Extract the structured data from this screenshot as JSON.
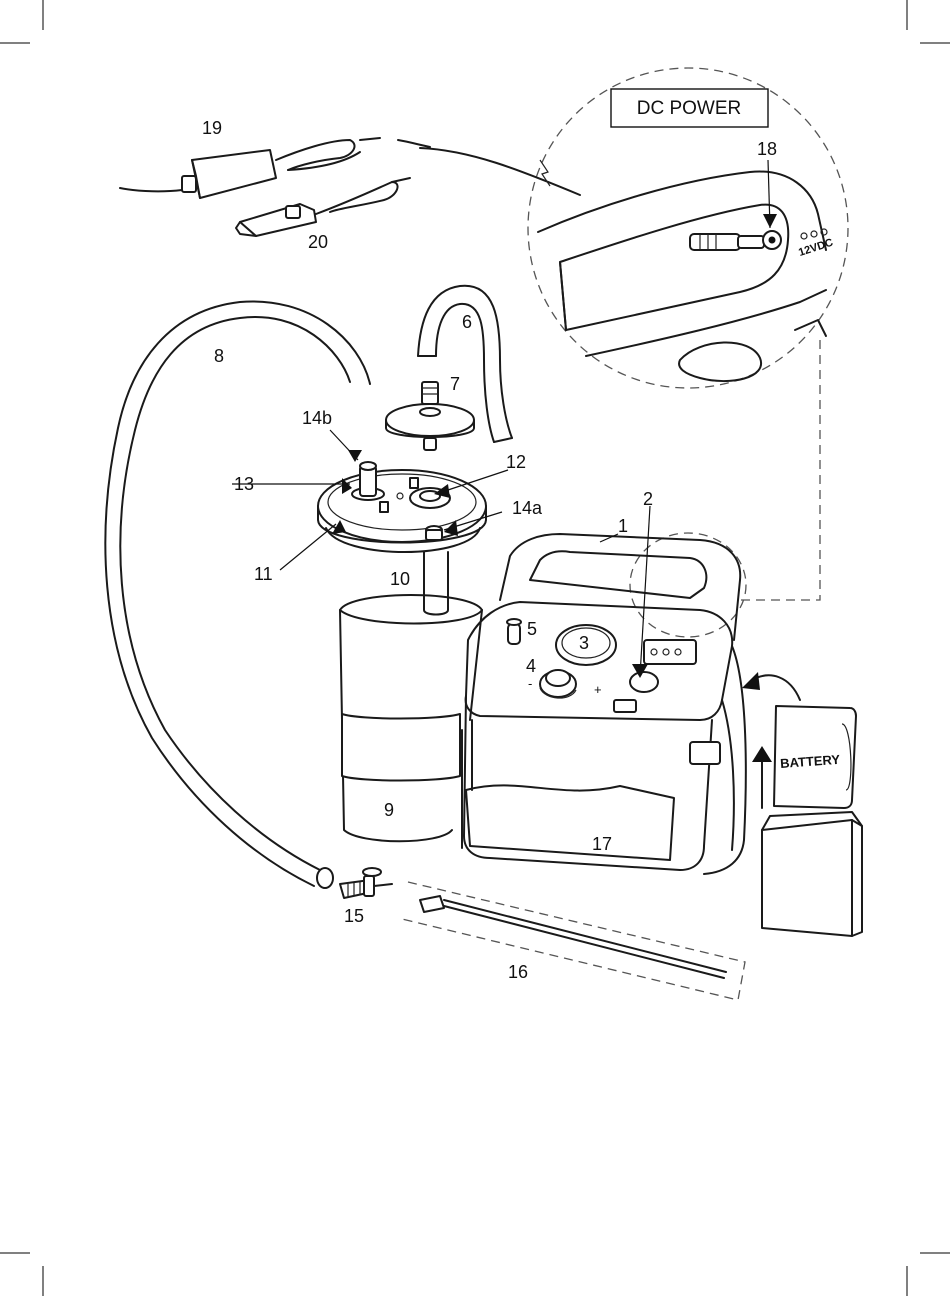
{
  "header": {
    "dc_power_label": "DC POWER"
  },
  "callouts": {
    "c1": "1",
    "c2": "2",
    "c3": "3",
    "c4": "4",
    "c5": "5",
    "c6": "6",
    "c7": "7",
    "c8": "8",
    "c9": "9",
    "c10": "10",
    "c11": "11",
    "c12": "12",
    "c13": "13",
    "c14a": "14a",
    "c14b": "14b",
    "c15": "15",
    "c16": "16",
    "c17": "17",
    "c18": "18",
    "c19": "19",
    "c20": "20"
  },
  "device_text": {
    "battery_label": "BATTERY",
    "port_label": "12VDC",
    "vacuum_minus": "-",
    "vacuum_plus": "+"
  }
}
